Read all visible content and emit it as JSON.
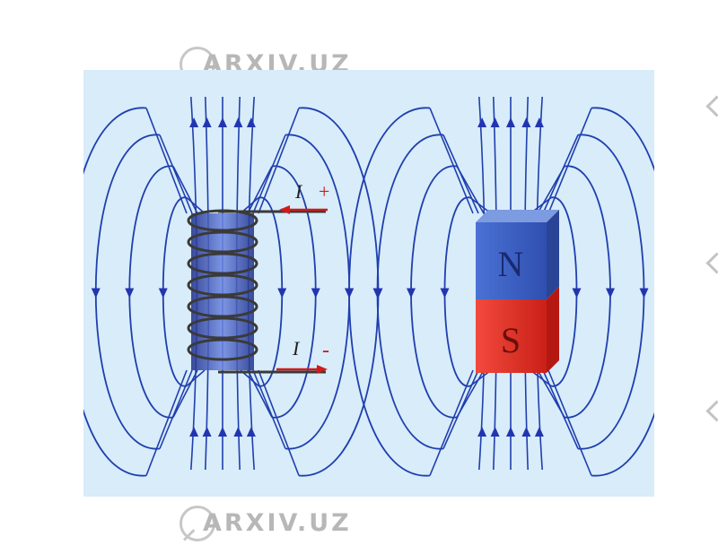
{
  "watermark": {
    "text": "ARXIV.UZ"
  },
  "coil": {
    "current_label_top": "I",
    "current_sign_top": "+",
    "current_label_bottom": "I",
    "current_sign_bottom": "-"
  },
  "magnet": {
    "north_label": "N",
    "south_label": "S"
  },
  "colors": {
    "background": "#d8ecfa",
    "field_line": "#1f3fae",
    "arrow": "#2235b0",
    "coil_wire": "#3a3a3a",
    "current_arrow": "#d41919",
    "north": "#3f63c4",
    "south": "#e8342a"
  },
  "icons": [
    "magnifier-icon"
  ]
}
